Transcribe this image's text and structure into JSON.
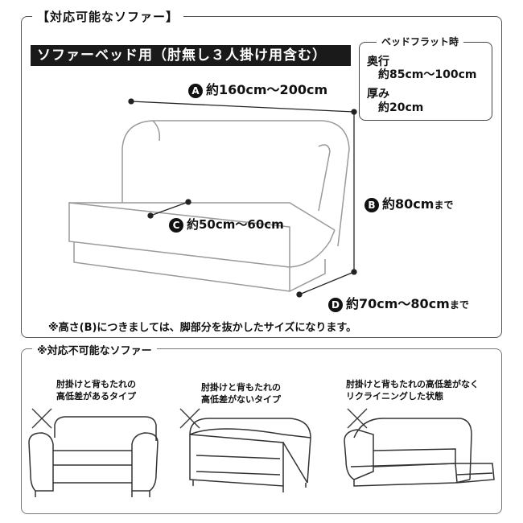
{
  "top_section": {
    "title": "【対応可能なソファー】",
    "banner": "ソファーベッド用（肘無し３人掛け用含む）",
    "flat": {
      "title": "ベッドフラット時",
      "depth_label": "奥行",
      "depth_value": "約85cm～100cm",
      "thickness_label": "厚み",
      "thickness_value": "約20cm"
    },
    "dimensions": {
      "a": {
        "badge": "A",
        "text": "約160cm～200cm"
      },
      "b": {
        "badge": "B",
        "text": "約80cm",
        "suffix": "まで"
      },
      "c": {
        "badge": "C",
        "text": "約50cm～60cm"
      },
      "d": {
        "badge": "D",
        "text": "約70cm～80cm",
        "suffix": "まで"
      }
    },
    "note": "※高さ(B)につきましては、脚部分を抜かしたサイズになります。"
  },
  "bottom_section": {
    "title": "※対応不可能なソファー",
    "items": [
      {
        "line1": "肘掛けと背もたれの",
        "line2": "高低差があるタイプ"
      },
      {
        "line1": "肘掛けと背もたれの",
        "line2": "高低差がないタイプ"
      },
      {
        "line1": "肘掛けと背もたれの高低差がなく",
        "line2": "リクライニングした状態"
      }
    ]
  }
}
